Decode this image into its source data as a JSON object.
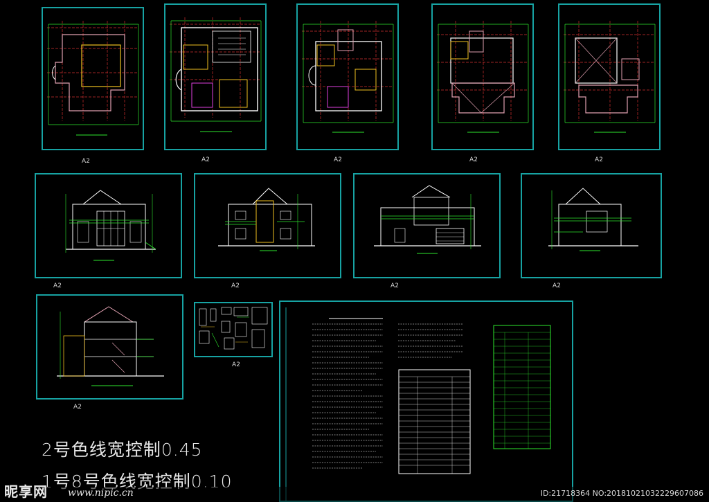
{
  "sheets": [
    {
      "id": "plan-1",
      "label": "A2"
    },
    {
      "id": "plan-2",
      "label": "A2"
    },
    {
      "id": "plan-3",
      "label": "A2"
    },
    {
      "id": "plan-4",
      "label": "A2"
    },
    {
      "id": "plan-roof",
      "label": "A2"
    },
    {
      "id": "elev-1",
      "label": "A2"
    },
    {
      "id": "elev-2",
      "label": "A2"
    },
    {
      "id": "elev-3",
      "label": "A2"
    },
    {
      "id": "elev-4",
      "label": "A2"
    },
    {
      "id": "section",
      "label": "A2"
    },
    {
      "id": "details",
      "label": "A2"
    },
    {
      "id": "notes-sheet",
      "label": ""
    }
  ],
  "notes": {
    "line1": "2号色线宽控制0.45",
    "line2": "1号8号色线宽控制0.10"
  },
  "watermark": {
    "brand": "昵享网",
    "site": "www.nipic.cn",
    "id_text": "ID:21718364 NO:20181021032229607086"
  },
  "colors": {
    "frame": "#17a3a3",
    "grid_red": "#d23030",
    "line_green": "#2ee82e",
    "line_white": "#ffffff",
    "line_yellow": "#f0c020",
    "line_magenta": "#e040e0",
    "line_pink": "#e0a0b0"
  }
}
